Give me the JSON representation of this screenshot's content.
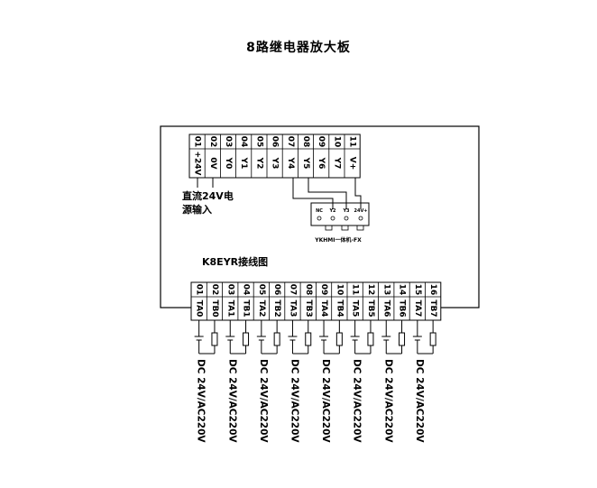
{
  "title": "8路继电器放大板",
  "top_terminal": {
    "numbers": [
      "01",
      "02",
      "03",
      "04",
      "05",
      "06",
      "07",
      "08",
      "09",
      "10",
      "11"
    ],
    "labels": [
      "+24V",
      "0V",
      "Y0",
      "Y1",
      "Y2",
      "Y3",
      "Y4",
      "Y5",
      "Y6",
      "Y7",
      "V+"
    ]
  },
  "power_note_line1": "直流24V电",
  "power_note_line2": "源输入",
  "module": {
    "pins": [
      "NC",
      "Y2",
      "Y3",
      "24V+"
    ],
    "name": "YKHMI一体机-FX"
  },
  "wiring_title": "K8EYR接线图",
  "bottom_terminal": {
    "numbers": [
      "01",
      "02",
      "03",
      "04",
      "05",
      "06",
      "07",
      "08",
      "09",
      "10",
      "11",
      "12",
      "13",
      "14",
      "15",
      "16"
    ],
    "labels": [
      "TA0",
      "TB0",
      "TA1",
      "TB1",
      "TA2",
      "TB2",
      "TA3",
      "TB3",
      "TA4",
      "TB4",
      "TA5",
      "TB5",
      "TA6",
      "TB6",
      "TA7",
      "TB7"
    ]
  },
  "supply_labels": [
    "DC 24V/AC220V",
    "DC 24V/AC220V",
    "DC 24V/AC220V",
    "DC 24V/AC220V",
    "DC 24V/AC220V",
    "DC 24V/AC220V",
    "DC 24V/AC220V",
    "DC 24V/AC220V"
  ]
}
